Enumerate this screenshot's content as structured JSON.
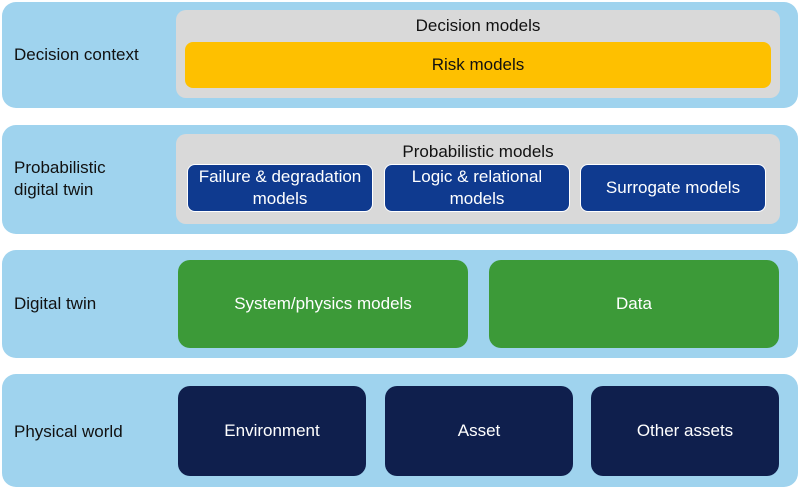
{
  "layers": {
    "decision": {
      "label": "Decision context",
      "container_title": "Decision models",
      "inner": "Risk models"
    },
    "probabilistic": {
      "label": "Probabilistic\ndigital twin",
      "container_title": "Probabilistic models",
      "boxes": [
        "Failure & degradation\nmodels",
        "Logic & relational\nmodels",
        "Surrogate models"
      ]
    },
    "digital": {
      "label": "Digital twin",
      "boxes": [
        "System/physics models",
        "Data"
      ]
    },
    "physical": {
      "label": "Physical world",
      "boxes": [
        "Environment",
        "Asset",
        "Other assets"
      ]
    }
  },
  "colors": {
    "layer_bg": "#9fd3ee",
    "container_bg": "#d9d9d9",
    "risk": "#fec000",
    "probabilistic": "#0f3a8f",
    "digital": "#3c9a38",
    "physical": "#0f1f4d"
  }
}
